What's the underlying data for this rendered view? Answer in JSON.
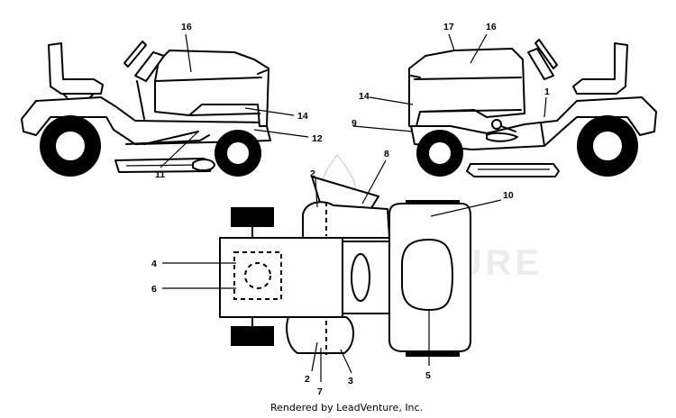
{
  "diagram": {
    "watermark_text": "LEADVENTURE",
    "credit": "Rendered by LeadVenture, Inc.",
    "callouts": [
      {
        "id": "left-16",
        "label": "16"
      },
      {
        "id": "left-14",
        "label": "14"
      },
      {
        "id": "left-12",
        "label": "12"
      },
      {
        "id": "left-11",
        "label": "11"
      },
      {
        "id": "right-17",
        "label": "17"
      },
      {
        "id": "right-16",
        "label": "16"
      },
      {
        "id": "right-14",
        "label": "14"
      },
      {
        "id": "right-1",
        "label": "1"
      },
      {
        "id": "right-9",
        "label": "9"
      },
      {
        "id": "top-2a",
        "label": "2"
      },
      {
        "id": "top-8",
        "label": "8"
      },
      {
        "id": "top-10",
        "label": "10"
      },
      {
        "id": "top-4",
        "label": "4"
      },
      {
        "id": "top-6",
        "label": "6"
      },
      {
        "id": "top-5",
        "label": "5"
      },
      {
        "id": "top-2b",
        "label": "2"
      },
      {
        "id": "top-7",
        "label": "7"
      },
      {
        "id": "top-3",
        "label": "3"
      }
    ]
  }
}
